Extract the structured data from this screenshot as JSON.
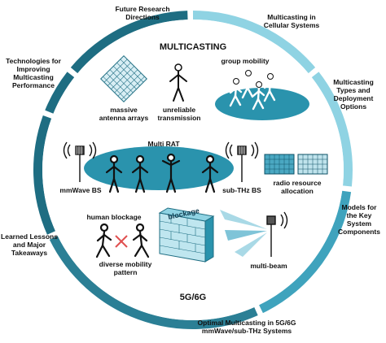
{
  "ring_segments": [
    {
      "label": "Future Research Directions",
      "color": "#1e6d82"
    },
    {
      "label": "Multicasting in Cellular Systems",
      "color": "#8fd3e3"
    },
    {
      "label": "Multicasting Types and Deployment Options",
      "color": "#8fd3e3"
    },
    {
      "label": "Models for the Key System Components",
      "color": "#3fa3bd"
    },
    {
      "label": "Optimal Multicasting in 5G/6G mmWave/sub-THz Systems",
      "color": "#2b7f95"
    },
    {
      "label": "Learned Lessons and Major Takeaways",
      "color": "#1e6d82"
    },
    {
      "label": "Technologies for Improving Multicasting Performance",
      "color": "#1e6d82"
    }
  ],
  "outer_labels": {
    "future": "Future Research\nDirections",
    "cellular": "Multicasting in\nCellular Systems",
    "types": "Multicasting\nTypes and\nDeployment\nOptions",
    "models": "Models for\nthe Key\nSystem\nComponents",
    "optimal": "Optimal Multicasting in 5G/6G\nmmWave/sub-THz Systems",
    "lessons": "Learned Lessons\nand Major\nTakeaways",
    "technologies": "Technologies for\nImproving\nMulticasting\nPerformance"
  },
  "inner": {
    "title": "MULTICASTING",
    "footer": "5G/6G",
    "massive_antenna": "massive\nantenna arrays",
    "unreliable": "unreliable\ntransmission",
    "group_mobility": "group mobility",
    "multi_rat": "Multi RAT",
    "mmwave_bs": "mmWave BS",
    "subthz_bs": "sub-THz BS",
    "radio_resource": "radio resource\nallocation",
    "human_blockage": "human blockage",
    "blockage": "blockage",
    "diverse_mobility": "diverse mobility\npattern",
    "multi_beam": "multi-beam"
  },
  "colors": {
    "ellipse": "#2a93ad",
    "ring_dark": "#1e6d82",
    "ring_light": "#8fd3e3",
    "wall": "#bfe6ef",
    "cross": "#e05050"
  }
}
